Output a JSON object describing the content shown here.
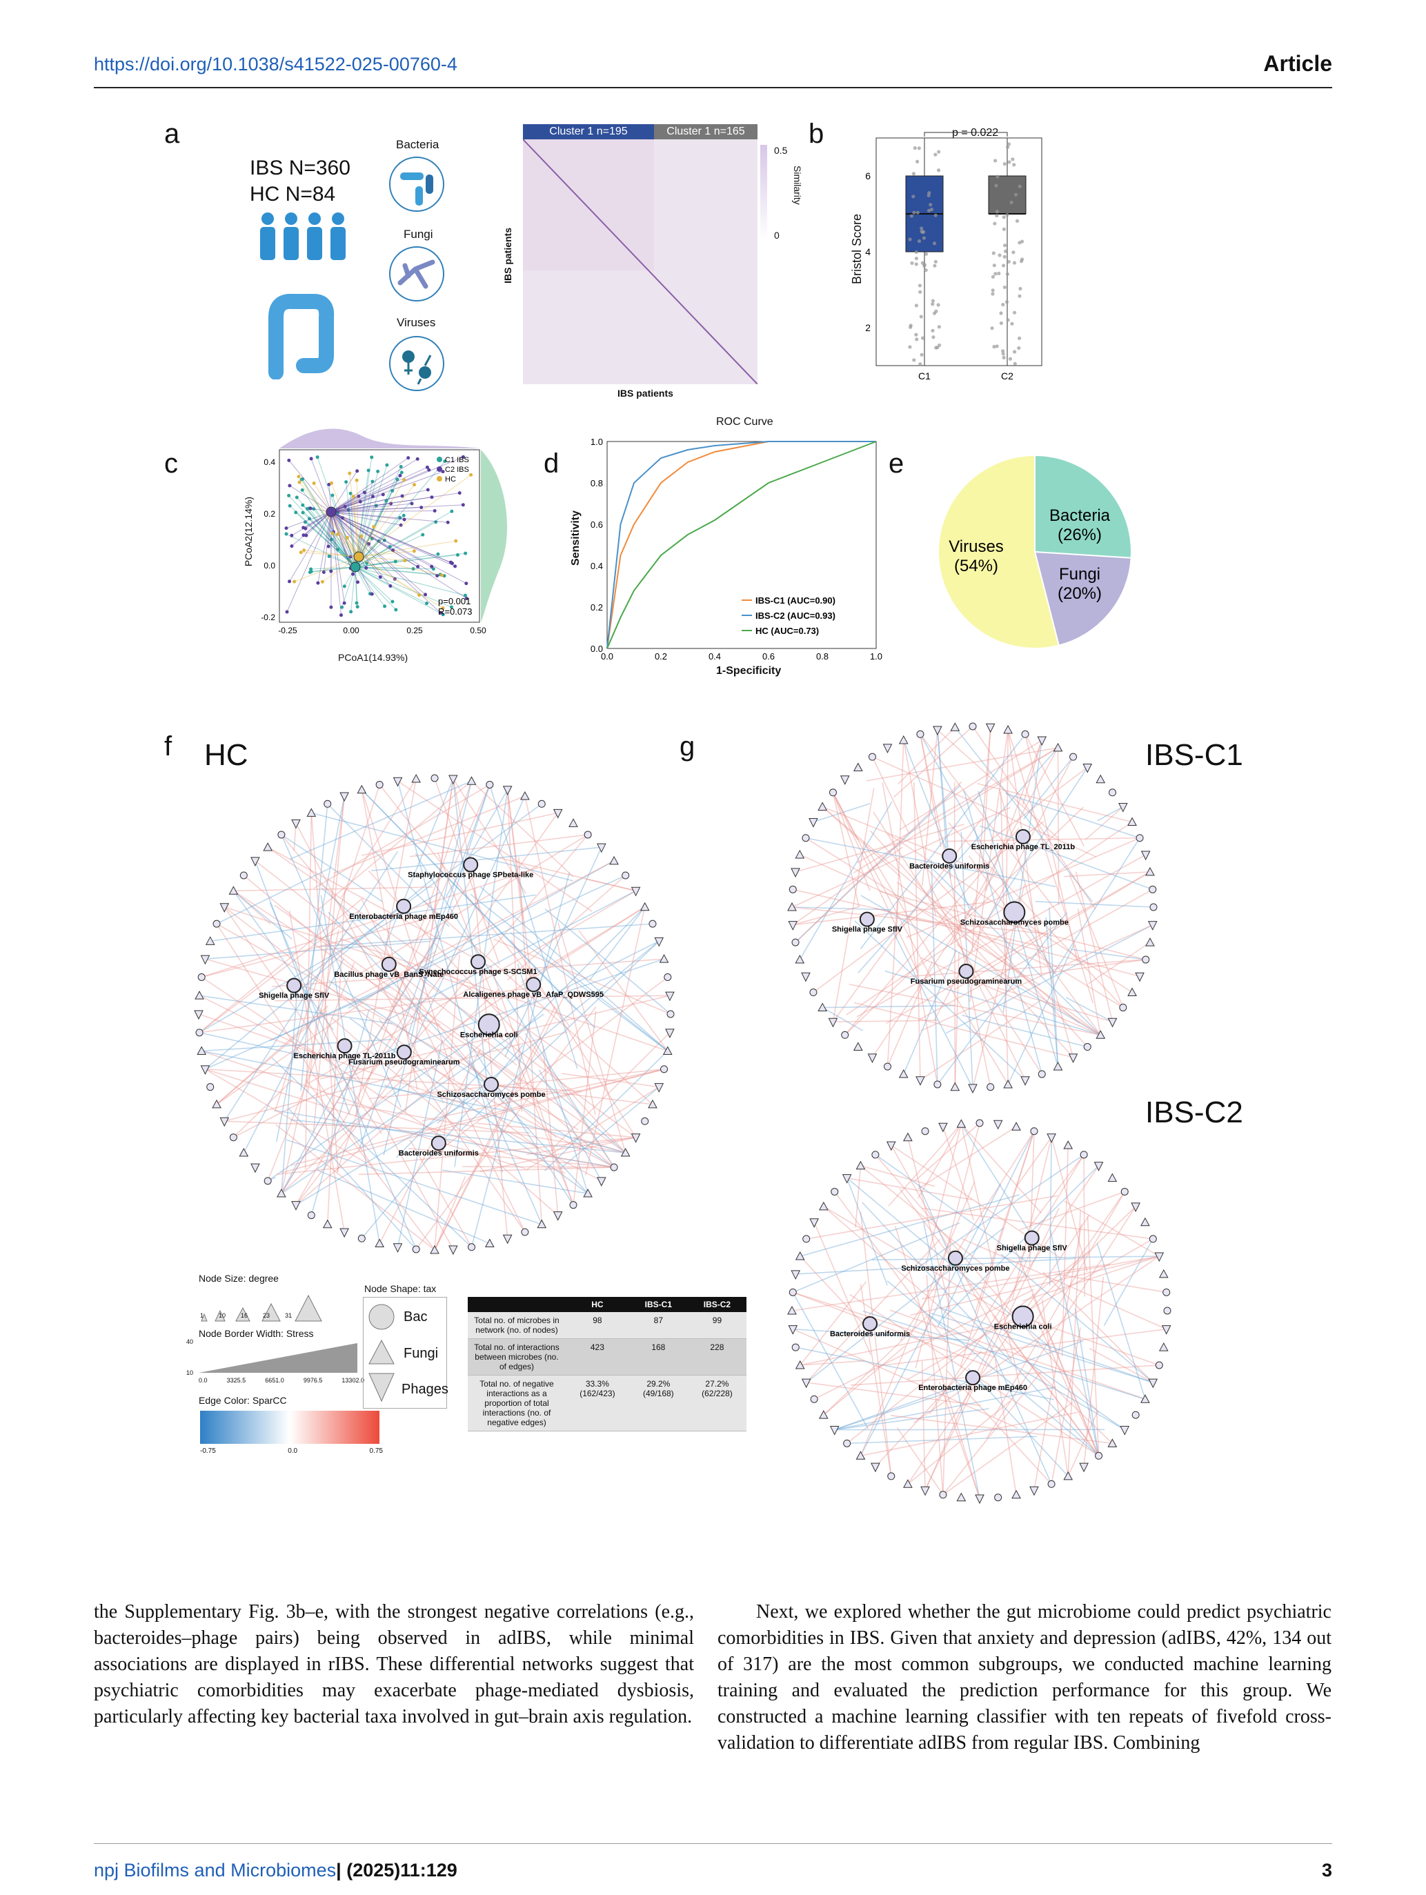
{
  "header": {
    "doi": "https://doi.org/10.1038/s41522-025-00760-4",
    "type": "Article"
  },
  "panels": {
    "a": "a",
    "b": "b",
    "c": "c",
    "d": "d",
    "e": "e",
    "f": "f",
    "g": "g"
  },
  "panel_a": {
    "ibs": "IBS N=360",
    "hc": "HC N=84",
    "bacteria": "Bacteria",
    "fungi": "Fungi",
    "viruses": "Viruses",
    "cluster1": "Cluster 1 n=195",
    "cluster2": "Cluster 1 n=165",
    "xaxis": "IBS patients",
    "yaxis": "IBS patients",
    "scale_hi": "0.5",
    "scale_lo": "0",
    "scale_label": "Similarity"
  },
  "chart_data": [
    {
      "type": "box",
      "title": "",
      "pvalue": "p = 0.022",
      "categories": [
        "C1",
        "C2"
      ],
      "ylabel": "Bristol Score",
      "yticks": [
        "2",
        "4",
        "6"
      ],
      "ylim": [
        1,
        7
      ],
      "series": [
        {
          "name": "C1",
          "q1": 4,
          "median": 5,
          "q3": 6,
          "min": 1,
          "max": 7,
          "color": "#2e4f9a"
        },
        {
          "name": "C2",
          "q1": 5,
          "median": 5,
          "q3": 6,
          "min": 1,
          "max": 7,
          "color": "#6b6b6b"
        }
      ]
    },
    {
      "type": "scatter",
      "xlabel": "PCoA1(14.93%)",
      "ylabel": "PCoA2(12.14%)",
      "xticks": [
        "-0.25",
        "0.00",
        "0.25",
        "0.50"
      ],
      "yticks": [
        "0.4",
        "0.2",
        "0.0",
        "-0.2"
      ],
      "legend": [
        "C1 IBS",
        "C2 IBS",
        "HC"
      ],
      "colors": [
        "#2aa39a",
        "#5b3f9e",
        "#e0b23a"
      ],
      "stats": [
        "p=0.001",
        "R=0.073"
      ]
    },
    {
      "type": "line",
      "title": "ROC Curve",
      "xlabel": "1-Specificity",
      "ylabel": "Sensitivity",
      "xticks": [
        "0.0",
        "0.2",
        "0.4",
        "0.6",
        "0.8",
        "1.0"
      ],
      "yticks": [
        "1.0",
        "0.8",
        "0.6",
        "0.4",
        "0.2",
        "0.0"
      ],
      "x": [
        0,
        0.05,
        0.1,
        0.2,
        0.3,
        0.4,
        0.6,
        0.8,
        1.0
      ],
      "series": [
        {
          "name": "IBS-C1 (AUC=0.90)",
          "color": "#f08a3c",
          "values": [
            0,
            0.45,
            0.6,
            0.8,
            0.9,
            0.95,
            1.0,
            1.0,
            1.0
          ]
        },
        {
          "name": "IBS-C2 (AUC=0.93)",
          "color": "#4a90c8",
          "values": [
            0,
            0.6,
            0.8,
            0.92,
            0.96,
            0.98,
            1.0,
            1.0,
            1.0
          ]
        },
        {
          "name": "HC (AUC=0.73)",
          "color": "#4aa84a",
          "values": [
            0,
            0.15,
            0.28,
            0.45,
            0.55,
            0.62,
            0.8,
            0.9,
            1.0
          ]
        }
      ]
    },
    {
      "type": "pie",
      "labels": [
        "Bacteria",
        "Fungi",
        "Viruses"
      ],
      "values": [
        26,
        20,
        54
      ],
      "display": [
        "(26%)",
        "(20%)",
        "(54%)"
      ],
      "colors": [
        "#8fd8c6",
        "#b7b3d9",
        "#f8f7a6"
      ]
    }
  ],
  "networks": {
    "hc": "HC",
    "c1": "IBS-C1",
    "c2": "IBS-C2"
  },
  "net_labels": {
    "hc": [
      "Escherichia coli",
      "Schizosaccharomyces pombe",
      "Bacteroides uniformis",
      "Fusarium pseudograminearum",
      "Escherichia phage TL-2011b",
      "Shigella phage SflV",
      "Bacillus phage vB_BanS_Nate",
      "Enterobacteria phage mEp460",
      "Staphylococcus phage SPbeta-like",
      "Synechococcus phage S-SCSM1",
      "Alcaligenes phage vB_AfaP_QDWS595"
    ],
    "c1": [
      "Schizosaccharomyces pombe",
      "Fusarium pseudograminearum",
      "Shigella phage SflV",
      "Bacteroides uniformis",
      "Escherichia phage TL_2011b"
    ],
    "c2": [
      "Escherichia coli",
      "Enterobacteria phage mEp460",
      "Bacteroides uniformis",
      "Schizosaccharomyces pombe",
      "Shigella phage SflV"
    ]
  },
  "legend": {
    "node_size": "Node Size: degree",
    "sizes": [
      "1",
      "10",
      "16",
      "23",
      "31"
    ],
    "border": "Node Border Width: Stress",
    "border_ticks": [
      "0.0",
      "3325.5",
      "6651.0",
      "9976.5",
      "13302.0"
    ],
    "border_y": [
      "40",
      "10"
    ],
    "shape": "Node Shape: tax",
    "shapes": [
      "Bac",
      "Fungi",
      "Phages"
    ],
    "edge": "Edge Color: SparCC",
    "edge_ticks": [
      "-0.75",
      "0.0",
      "0.75"
    ]
  },
  "table": {
    "headers": [
      "",
      "HC",
      "IBS-C1",
      "IBS-C2"
    ],
    "rows": [
      [
        "Total no. of microbes in network (no. of nodes)",
        "98",
        "87",
        "99"
      ],
      [
        "Total no. of interactions between microbes (no. of edges)",
        "423",
        "168",
        "228"
      ],
      [
        "Total no. of negative interactions as a proportion of total interactions (no. of negative edges)",
        "33.3% (162/423)",
        "29.2% (49/168)",
        "27.2% (62/228)"
      ]
    ]
  },
  "body": {
    "left": "the Supplementary Fig. 3b–e, with the strongest negative correlations (e.g., bacteroides–phage pairs) being observed in adIBS, while minimal associations are displayed in rIBS. These differential networks suggest that psychiatric comorbidities may exacerbate phage-mediated dysbiosis, particularly affecting key bacterial taxa involved in gut–brain axis regulation.",
    "right": "Next, we explored whether the gut microbiome could predict psychiatric comorbidities in IBS. Given that anxiety and depression (adIBS, 42%, 134 out of 317) are the most common subgroups, we conducted machine learning training and evaluated the prediction performance for this group. We constructed a machine learning classifier with ten repeats of fivefold cross-validation to differentiate adIBS from regular IBS. Combining"
  },
  "footer": {
    "journal": "npj Biofilms and Microbiomes",
    "issue": "| (2025)11:129",
    "page": "3"
  }
}
